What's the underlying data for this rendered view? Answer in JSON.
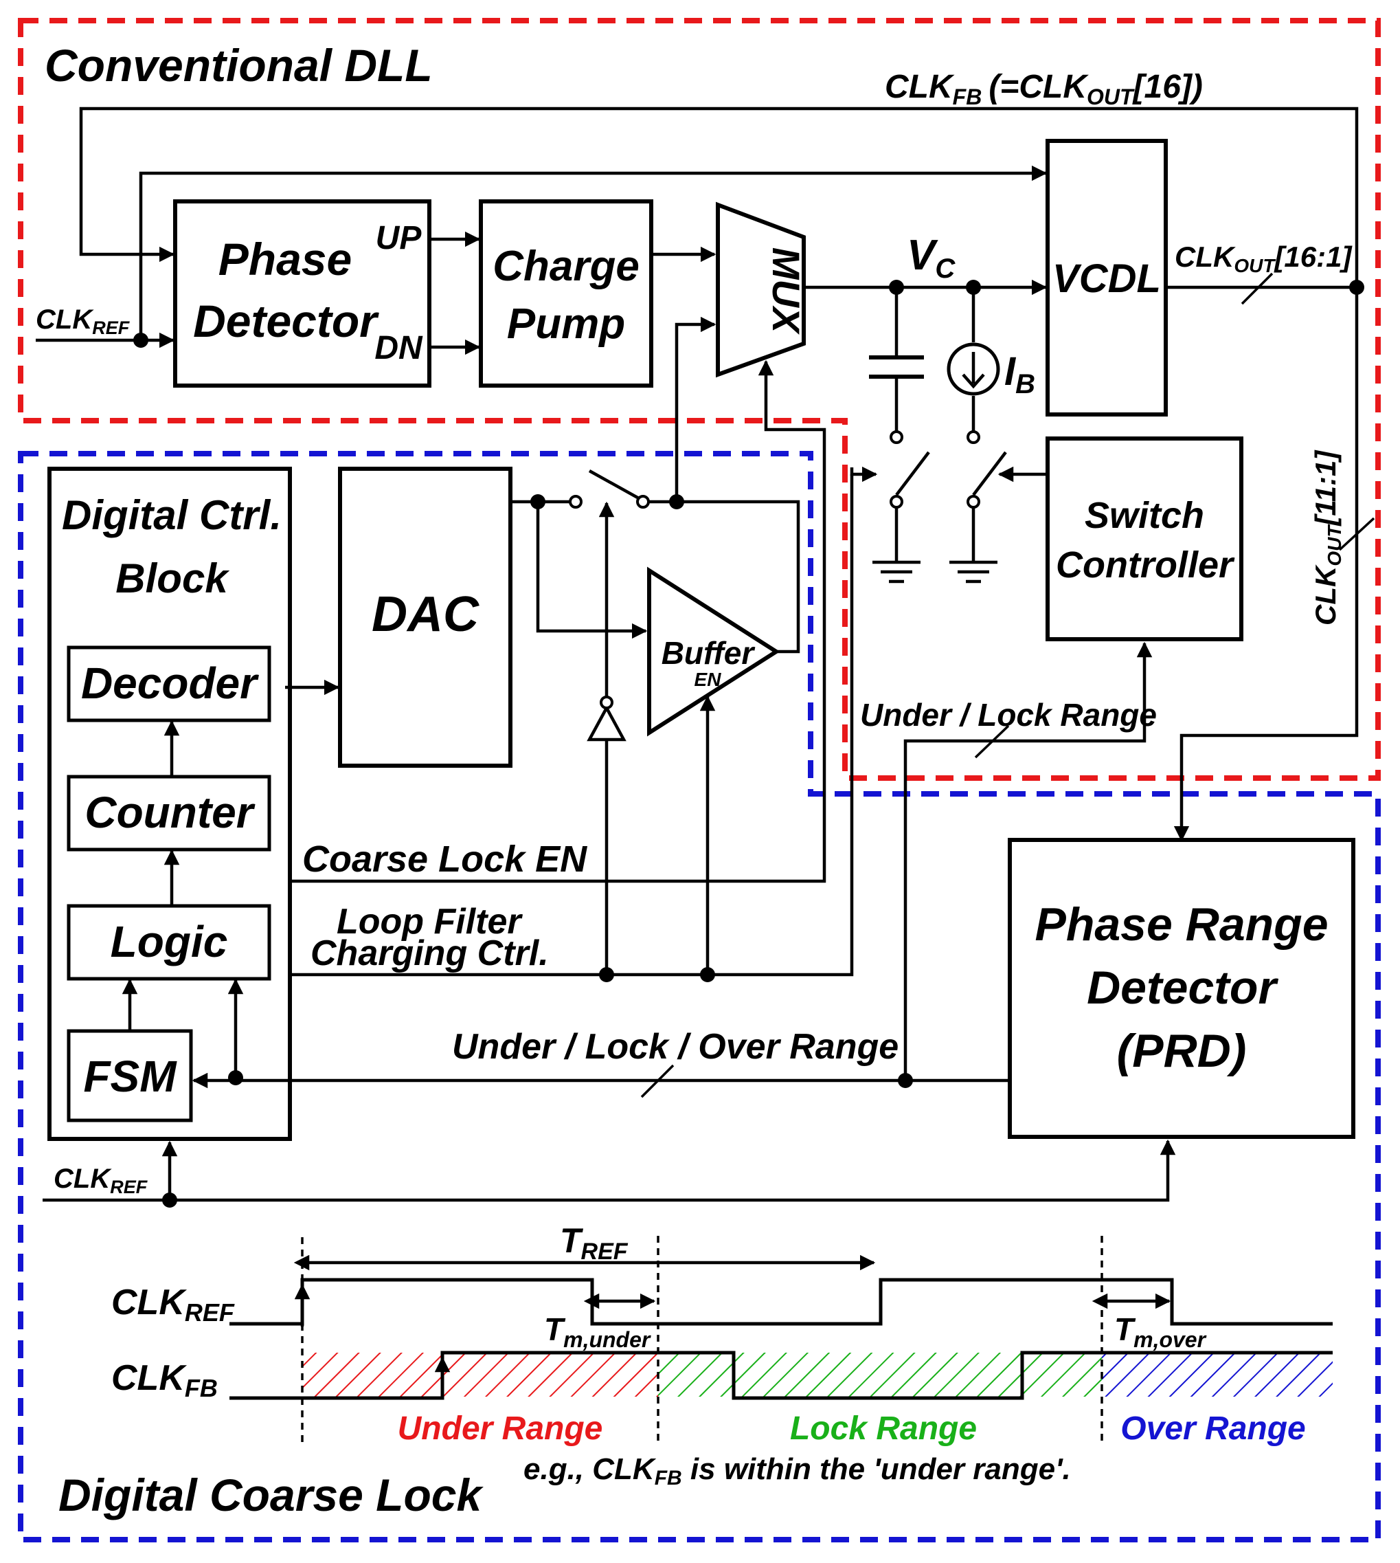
{
  "colors": {
    "dll_border": "#e8191b",
    "coarse_border": "#1414d2",
    "under_range": "#e8191b",
    "lock_range": "#19b019",
    "over_range": "#1414d2"
  },
  "regions": {
    "dll_title": "Conventional DLL",
    "coarse_title": "Digital Coarse Lock"
  },
  "blocks": {
    "phase_detector": {
      "line1": "Phase",
      "line2": "Detector",
      "up": "UP",
      "dn": "DN"
    },
    "charge_pump": {
      "line1": "Charge",
      "line2": "Pump"
    },
    "mux": "MUX",
    "vcdl": "VCDL",
    "switch_controller": {
      "line1": "Switch",
      "line2": "Controller"
    },
    "digital_ctrl": {
      "line1": "Digital Ctrl.",
      "line2": "Block"
    },
    "decoder": "Decoder",
    "counter": "Counter",
    "logic": "Logic",
    "fsm": "FSM",
    "dac": "DAC",
    "buffer": {
      "label": "Buffer",
      "en": "EN"
    },
    "prd": {
      "line1": "Phase Range",
      "line2": "Detector",
      "line3": "(PRD)"
    }
  },
  "signals": {
    "clk_fb_main": "CLK",
    "clk_fb_sub": "FB",
    "clk_fb_rest": "(=CLK",
    "clk_fb_rest_sub": "OUT",
    "clk_fb_rest_tail": "[16])",
    "clk_ref_top": "CLK",
    "clk_ref_top_sub": "REF",
    "vc_main": "V",
    "vc_sub": "C",
    "ib_main": "I",
    "ib_sub": "B",
    "clk_out_main": "CLK",
    "clk_out_sub": "OUT",
    "clk_out_range": "[16:1]",
    "clk_out_11_main": "CLK",
    "clk_out_11_sub": "OUT",
    "clk_out_11_range": "[11:1]",
    "under_lock_range": "Under / Lock Range",
    "coarse_lock_en": "Coarse Lock EN",
    "loop_filter_1": "Loop Filter",
    "loop_filter_2": "Charging Ctrl.",
    "under_lock_over": "Under / Lock / Over Range",
    "clk_ref_bottom": "CLK",
    "clk_ref_bottom_sub": "REF"
  },
  "timing": {
    "tref_main": "T",
    "tref_sub": "REF",
    "clk_ref_main": "CLK",
    "clk_ref_sub": "REF",
    "clk_fb_main": "CLK",
    "clk_fb_sub": "FB",
    "tm_under_main": "T",
    "tm_under_sub": "m,under",
    "tm_over_main": "T",
    "tm_over_sub": "m,over",
    "under_range": "Under Range",
    "lock_range": "Lock Range",
    "over_range": "Over Range",
    "note_pre": "e.g., CLK",
    "note_sub": "FB",
    "note_post": " is within the 'under range'."
  }
}
